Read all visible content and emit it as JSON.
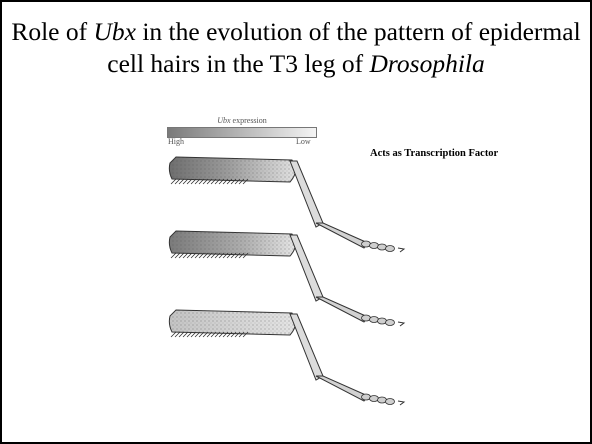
{
  "slide": {
    "title_prefix": "Role of ",
    "title_gene": "Ubx",
    "title_middle": " in the evolution of the pattern of epidermal cell hairs in the T3 leg of ",
    "title_organism": "Drosophila",
    "side_label": "Acts as Transcription Factor"
  },
  "figure": {
    "legend": {
      "gene": "Ubx",
      "caption_rest": " expression",
      "high_label": "High",
      "low_label": "Low"
    },
    "legs": [
      {
        "name": "leg-high-expression",
        "shade": "#8a8a8a"
      },
      {
        "name": "leg-medium-expression",
        "shade": "#a3a3a3"
      },
      {
        "name": "leg-low-expression",
        "shade": "#d8d8d8"
      }
    ]
  }
}
